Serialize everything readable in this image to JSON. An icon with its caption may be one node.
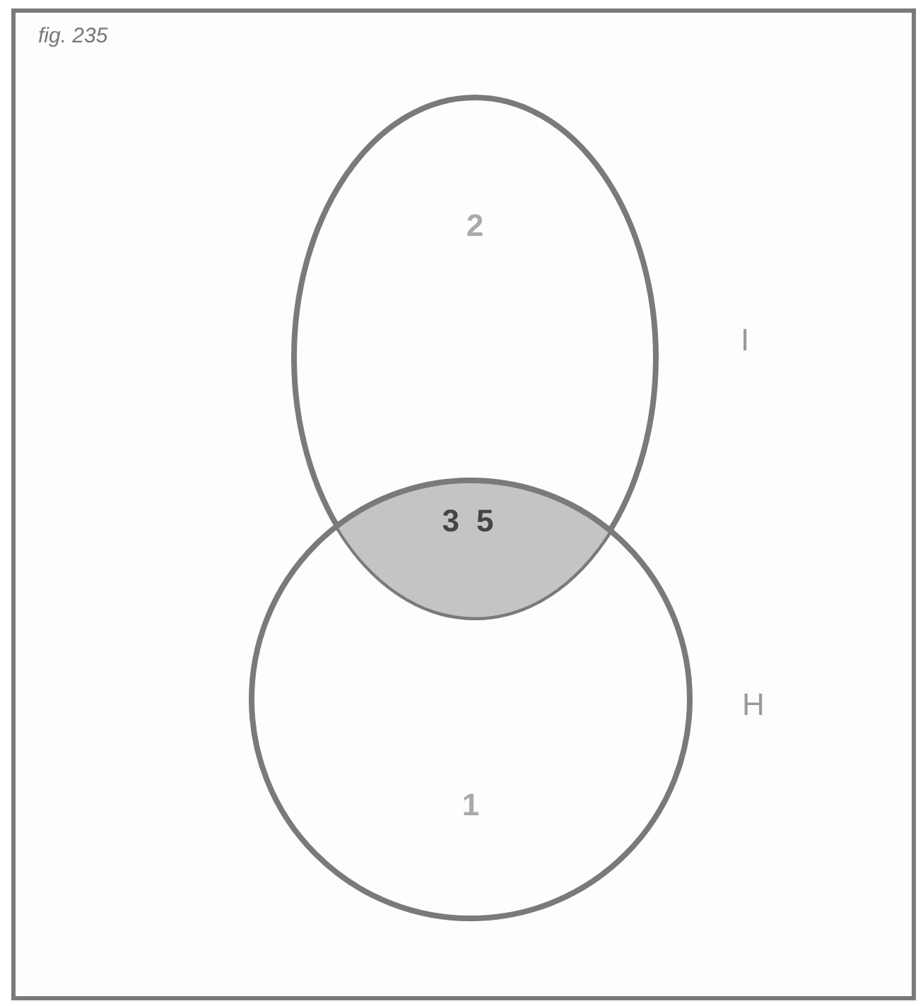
{
  "diagram": {
    "title": "fig. 235",
    "nodes": [
      {
        "text": [
          "2"
        ],
        "beside": [
          "I"
        ]
      },
      {
        "text": [
          "3 5"
        ]
      },
      {
        "text": [
          "1"
        ],
        "beside": [
          "H"
        ]
      }
    ]
  }
}
